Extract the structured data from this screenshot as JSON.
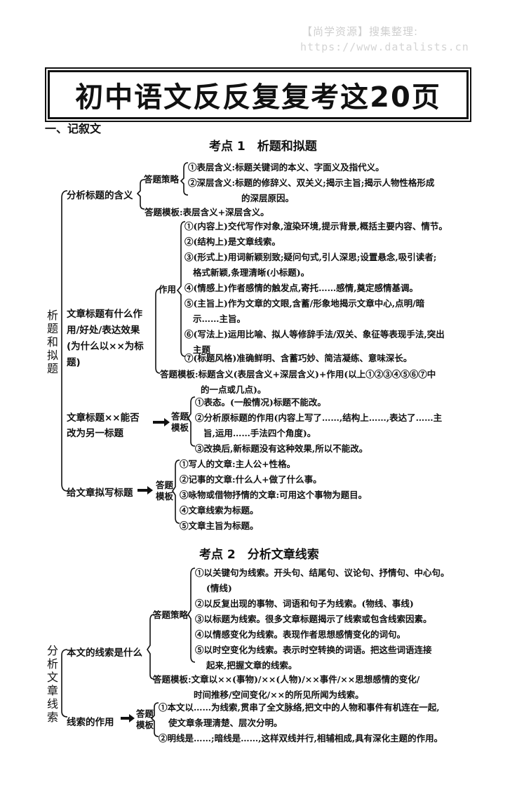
{
  "watermark": {
    "line1": "【尚学资源】搜集整理:",
    "line2": "https://www.datalists.cn"
  },
  "title": "初中语文反反复复考这20页",
  "section": "一、记叙文",
  "kp1": {
    "heading": "考点 1　析题和拟题",
    "side_label": "析题和拟题",
    "analyze_title": "分析标题的含义",
    "strategy_label": "答题策略",
    "strategy_items": [
      "①表层含义:标题关键词的本义、字面义及指代义。",
      "②深层含义:标题的修辞义、双关义;揭示主旨;揭示人物性格形成",
      "的深层原因。"
    ],
    "template1": "答题模板:表层含义+深层含义。",
    "role_question": [
      "文章标题有什么作",
      "用/好处/表达效果",
      "(为什么以××为标",
      "题)"
    ],
    "role_label": "作用",
    "role_items": [
      "①(内容上)交代写作对象,渲染环境,提示背景,概括主要内容、情节。",
      "②(结构上)是文章线索。",
      "③(形式上)用词新颖别致;疑问句式,引人深思;设置悬念,吸引读者;",
      "格式新颖,条理清晰(小标题)。",
      "④(情感上)作者感情的触发点,寄托……感情,奠定感情基调。",
      "⑤(主旨上)作为文章的文眼,含蓄/形象地揭示文章中心,点明/暗",
      "示……主旨。",
      "⑥(写法上)运用比喻、拟人等修辞手法/双关、象征等表现手法,突出",
      "主题",
      "⑦(标题风格)准确鲜明、含蓄巧妙、简洁凝练、意味深长。"
    ],
    "template2": [
      "答题模板:标题含义(表层含义+深层含义)+作用(以上①②③④⑤⑥⑦中",
      "的一点或几点)。"
    ],
    "change_question": [
      "文章标题××能否",
      "改为另一标题"
    ],
    "answer_label": "答题模板",
    "change_items": [
      "①表态。(一般情况)标题不能改。",
      "②分析原标题的作用(内容上写了……,结构上……,表达了……主",
      "旨,运用……手法四个角度)。",
      "③改换后,新标题没有这种效果,所以不能改。"
    ],
    "write_question": "给文章拟写标题",
    "write_items": [
      "①写人的文章:主人公+性格。",
      "②记事的文章:什么人+做了什么事。",
      "③咏物或借物抒情的文章:可用这个事物为题目。",
      "④文章线索为标题。",
      "⑤文章主旨为标题。"
    ]
  },
  "kp2": {
    "heading": "考点 2　分析文章线索",
    "side_label": "分析文章线索",
    "what_question": "本文的线索是什么",
    "strategy_label": "答题策略",
    "strategy_items": [
      "①以关键句为线索。开头句、结尾句、议论句、抒情句、中心句。",
      "(情线)",
      "②以反复出现的事物、词语和句子为线索。(物线、事线)",
      "③以标题为线索。很多文章标题揭示了线索或包含线索因素。",
      "④以情感变化为线索。表现作者思想感情变化的词句。",
      "⑤以时空变化为线索。表示时空转换的词语。把这些词语连接",
      "起来,把握文章的线索。"
    ],
    "template": [
      "答题模板:文章以××(事物)/××(人物)/××事件/××思想感情的变化/",
      "时间推移/空间变化/××的所见所闻为线索。"
    ],
    "role_question": "线索的作用",
    "answer_label": "答题模板",
    "role_items": [
      "①本文以……为线索,贯串了全文脉络,把文中的人物和事件有机连在一起,",
      "使文章条理清楚、层次分明。",
      "②明线是……;暗线是……,这样双线并行,相辅相成,具有深化主题的作用。"
    ]
  }
}
